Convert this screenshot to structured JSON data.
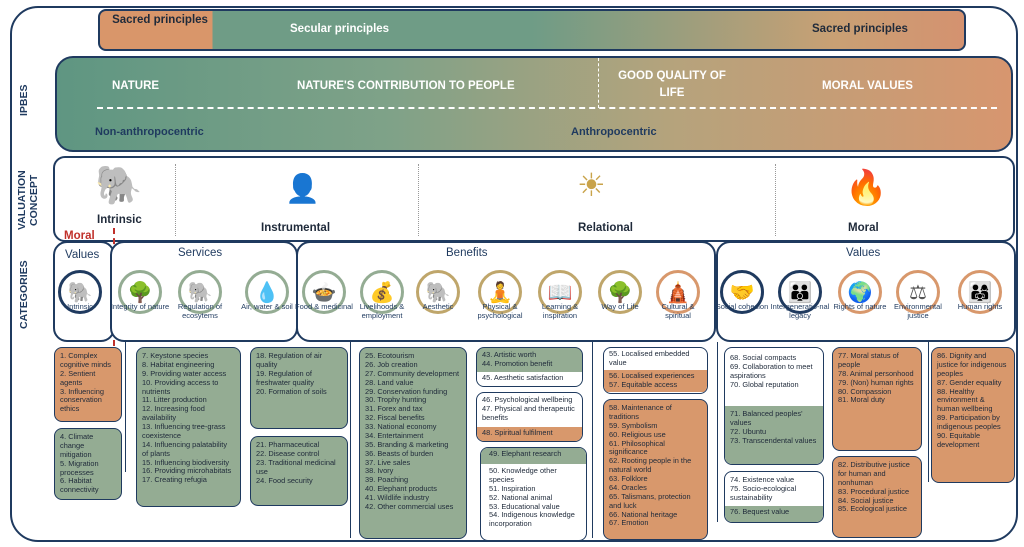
{
  "top": {
    "sacred_left": "Sacred principles",
    "secular": "Secular principles",
    "sacred_right": "Sacred principles"
  },
  "side_labels": {
    "ipbes": "IPBES",
    "concept": "VALUATION CONCEPT",
    "categories": "CATEGORIES"
  },
  "ipbes": {
    "nature": "NATURE",
    "ncp": "NATURE'S CONTRIBUTION TO PEOPLE",
    "gqol": "GOOD QUALITY OF LIFE",
    "moral_values": "MORAL VALUES",
    "non_anthro": "Non-anthropocentric",
    "anthro": "Anthropocentric"
  },
  "concepts": {
    "intrinsic": "Intrinsic",
    "instrumental": "Instrumental",
    "relational": "Relational",
    "moral": "Moral",
    "moral_red": "Moral"
  },
  "groups": {
    "values_left": "Values",
    "services": "Services",
    "benefits": "Benefits",
    "values_right": "Values"
  },
  "icons": [
    "elephant-icon",
    "tree-icon",
    "elephant-icon",
    "water-icon",
    "food-icon",
    "money-bag-icon",
    "elephant-icon",
    "person-icon",
    "reading-icon",
    "tree-icon",
    "deity-icon",
    "hands-icon",
    "generations-icon",
    "globe-icon",
    "scales-icon",
    "family-icon"
  ],
  "categories": [
    "Intrinsic",
    "Integrity of nature",
    "Regulation of ecosytems",
    "Air, water & soil",
    "Food & medicinal",
    "Livelihoods & employment",
    "Aesthetic",
    "Physical & psychological",
    "Learning & inspiration",
    "Way of Life",
    "Cultural & spiritual",
    "Social cohesion",
    "Intergeneratio-nal legacy",
    "Rights of nature",
    "Environmental justice",
    "Human rights"
  ],
  "lists": {
    "t1": [
      "1. Complex cognitive minds",
      "2. Sentient agents",
      "3. Influencing conservation ethics"
    ],
    "t2": [
      "4. Climate change mitigation",
      "5. Migration processes",
      "6. Habitat connectivity"
    ],
    "t3": [
      "7. Keystone species",
      "8. Habitat engineering",
      "9. Providing water access",
      "10. Providing access to nutrients",
      "11. Litter production",
      "12. Increasing food availability",
      "13. Influencing tree-grass coexistence",
      "14. Influencing palatability of plants",
      "15. Influencing biodiversity",
      "16. Providing microhabitats",
      "17. Creating refugia"
    ],
    "t4": [
      "18. Regulation of air quality",
      "19. Regulation of freshwater quality",
      "20. Formation of soils"
    ],
    "t5": [
      "21. Pharmaceutical",
      "22. Disease control",
      "23. Traditional medicinal use",
      "24. Food security"
    ],
    "t6": [
      "25. Ecotourism",
      "26. Job creation",
      "27. Community development",
      "28. Land value",
      "29. Conservation funding",
      "30. Trophy hunting",
      "31. Forex and tax",
      "32. Fiscal benefits",
      "33. National economy",
      "34. Entertainment",
      "35. Branding & marketing",
      "36. Beasts of burden",
      "37. Live sales",
      "38. Ivory",
      "39. Poaching",
      "40. Elephant products",
      "41. Wildlife industry",
      "42. Other commercial uses"
    ],
    "t7a": [
      "43. Artistic worth",
      "44. Promotion benefit"
    ],
    "t7b": [
      "45. Aesthetic satisfaction"
    ],
    "t8a": [
      "46. Psychological wellbeing",
      "47. Physical and therapeutic benefits"
    ],
    "t8b": [
      "48. Spiritual fulfilment"
    ],
    "t9a": [
      "49. Elephant research"
    ],
    "t9b": [
      "50. Knowledge other species",
      "51. Inspiration",
      "52. National animal",
      "53. Educational value",
      "54. Indigenous knowledge incorporation"
    ],
    "t10a": [
      "55. Localised embedded value"
    ],
    "t10b": [
      "56. Localised experiences",
      "57. Equitable access"
    ],
    "t11": [
      "58. Maintenance of traditions",
      "59. Symbolism",
      "60. Religious use",
      "61. Philosophical significance",
      "62. Rooting people in the natural world",
      "63. Folklore",
      "64. Oracles",
      "65. Talismans, protection and luck",
      "66. National heritage",
      "67. Emotion"
    ],
    "t12a": [
      "68. Social compacts",
      "69. Collaboration to meet aspirations",
      "70. Global reputation"
    ],
    "t12b": [
      "71. Balanced peoples' values",
      "72. Ubuntu",
      "73. Transcendental values"
    ],
    "t13a": [
      "74. Existence value",
      "75. Socio-ecological sustainability"
    ],
    "t13b": [
      "76. Bequest value"
    ],
    "t14": [
      "77. Moral status of people",
      "78. Animal personhood",
      "79. (Non) human rights",
      "80. Compassion",
      "81. Moral duty"
    ],
    "t15": [
      "82. Distributive justice for human and nonhuman",
      "83. Procedural justice",
      "84. Social justice",
      "85. Ecological justice"
    ],
    "t16": [
      "86. Dignity and justice for indigenous peoples",
      "87. Gender equality",
      "88. Healthy environment & human wellbeing",
      "89. Participation by indigenous peoples",
      "90. Equitable development"
    ]
  },
  "colors": {
    "navy": "#1f3a5f",
    "green": "#94ac93",
    "orange": "#d8986c",
    "red": "#c0302a"
  }
}
